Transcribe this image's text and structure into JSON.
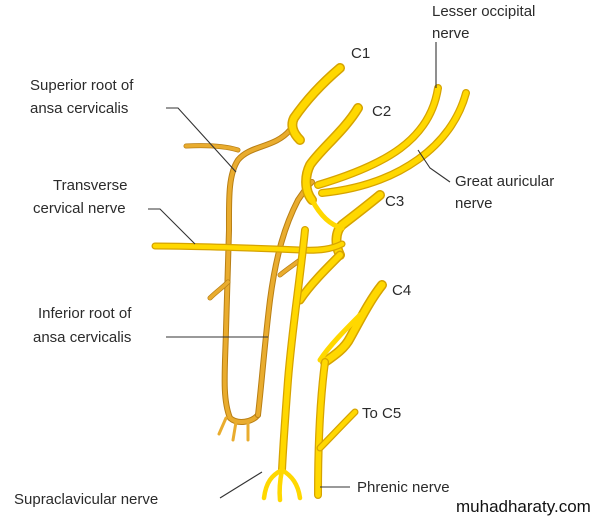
{
  "labels": {
    "c1": "C1",
    "c2": "C2",
    "c3": "C3",
    "c4": "C4",
    "to_c5": "To C5",
    "lesser_occipital_1": "Lesser occipital",
    "lesser_occipital_2": "nerve",
    "great_auricular_1": "Great auricular",
    "great_auricular_2": "nerve",
    "superior_root_1": "Superior root of",
    "superior_root_2": "ansa cervicalis",
    "transverse_cervical_1": "Transverse",
    "transverse_cervical_2": "cervical nerve",
    "inferior_root_1": "Inferior root of",
    "inferior_root_2": "ansa cervicalis",
    "supraclavicular": "Supraclavicular nerve",
    "phrenic": "Phrenic nerve"
  },
  "watermark": "muhadharaty.com",
  "colors": {
    "yellow_nerve": "#ffd800",
    "tan_nerve": "#e9ac2e",
    "leader_line": "#333333",
    "text": "#2b2b2b"
  }
}
